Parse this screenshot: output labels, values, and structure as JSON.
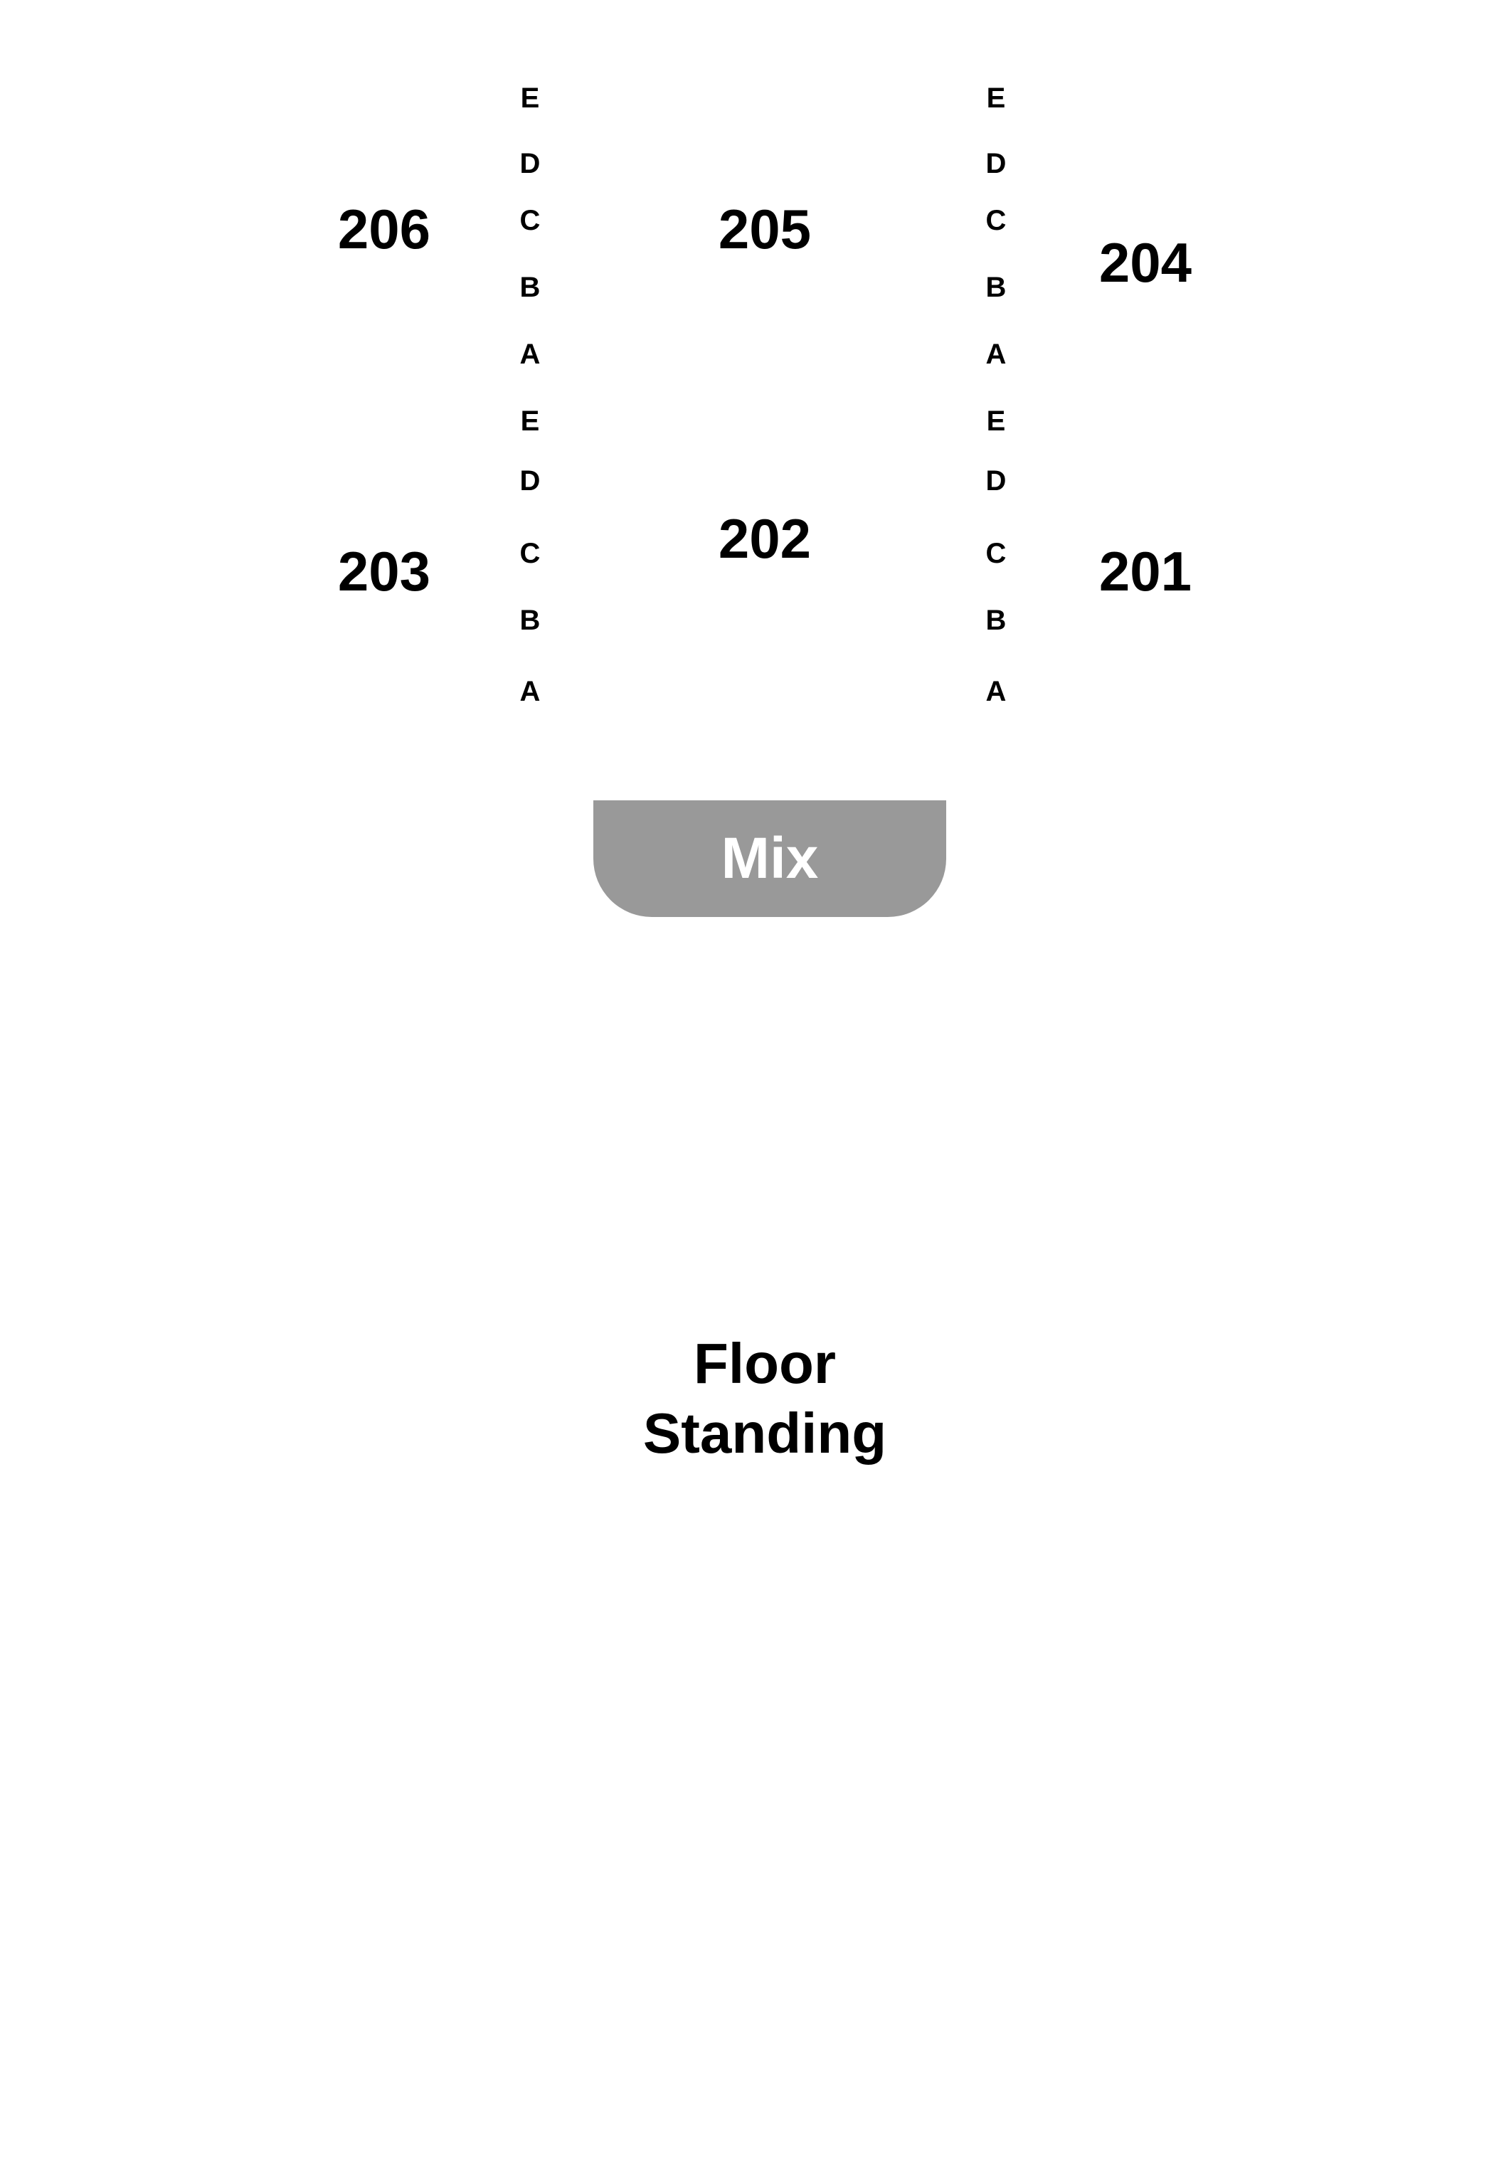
{
  "sections": {
    "s206": "206",
    "s205": "205",
    "s204": "204",
    "s203": "203",
    "s202": "202",
    "s201": "201"
  },
  "rows": {
    "upper": [
      "E",
      "D",
      "C",
      "B",
      "A"
    ],
    "lower": [
      "E",
      "D",
      "C",
      "B",
      "A"
    ]
  },
  "mix": {
    "label": "Mix",
    "color": "#999999"
  },
  "floor": {
    "line1": "Floor",
    "line2": "Standing"
  }
}
